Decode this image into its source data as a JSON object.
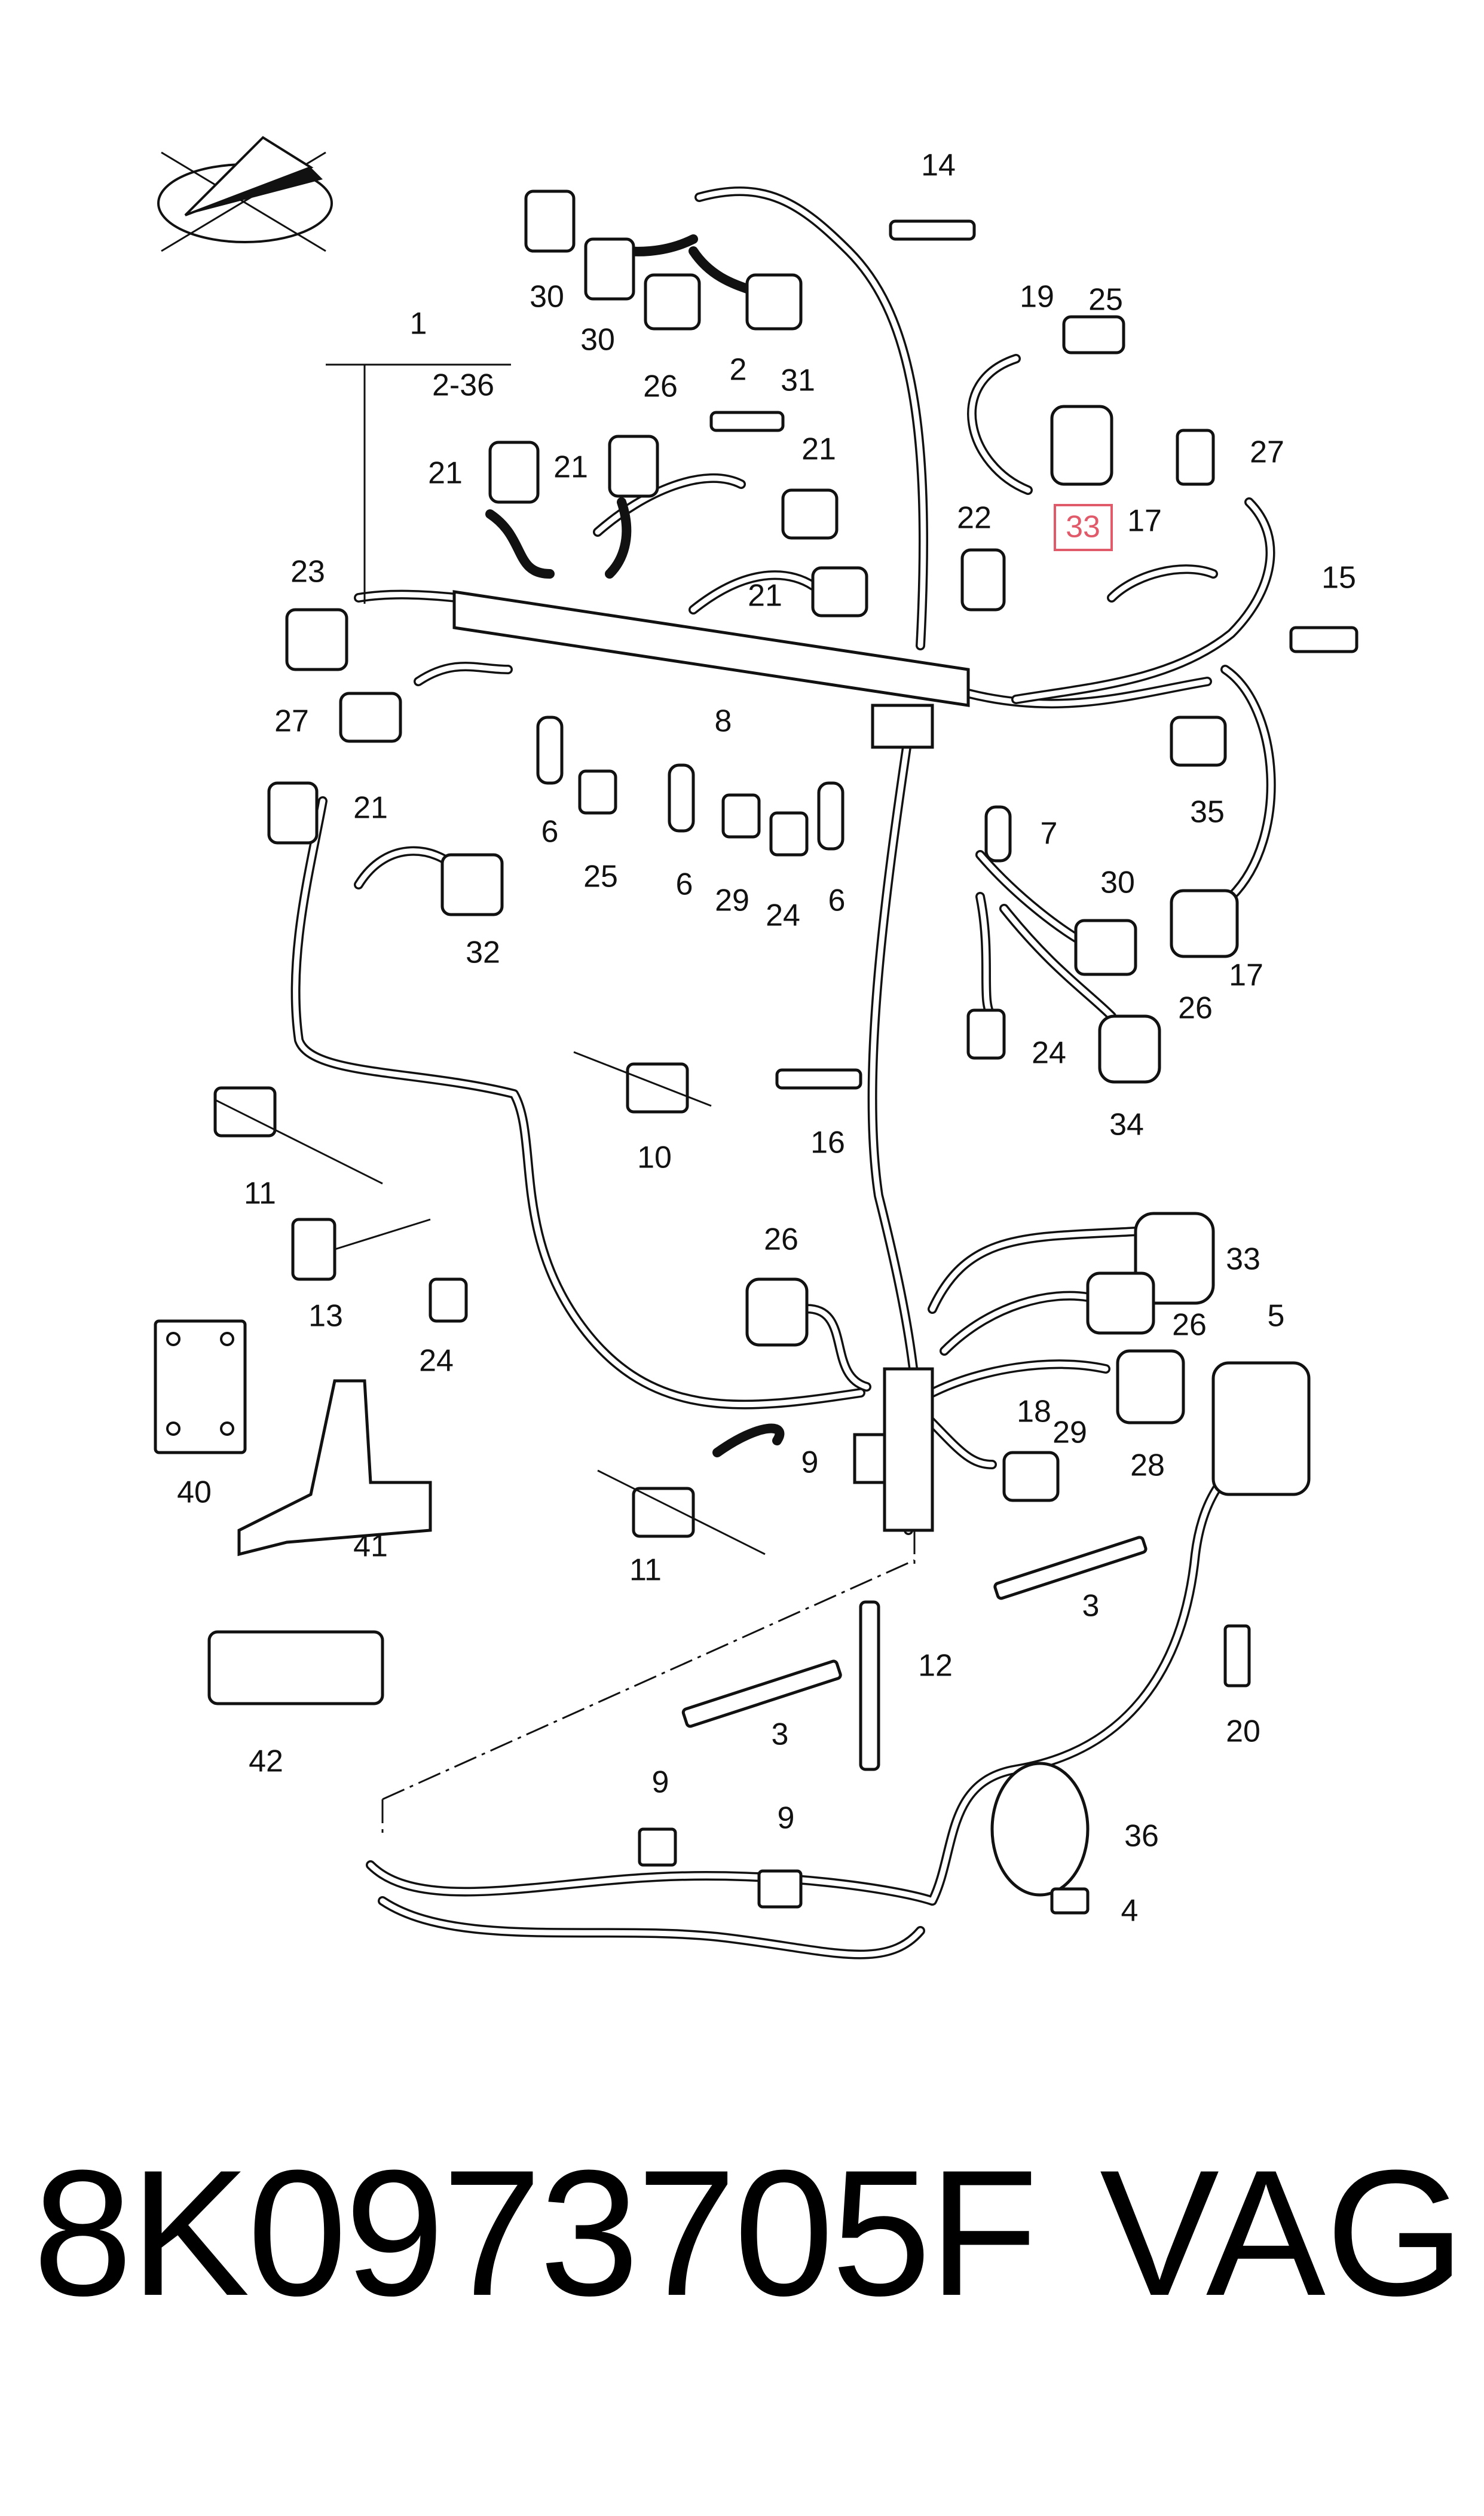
{
  "document": {
    "part_number": "8K0973705F",
    "brand": "VAG",
    "highlight_color": "#e05a6a",
    "callouts": [
      {
        "id": "c14",
        "text": "14"
      },
      {
        "id": "c30a",
        "text": "30"
      },
      {
        "id": "c30b",
        "text": "30"
      },
      {
        "id": "c26a",
        "text": "26"
      },
      {
        "id": "c31",
        "text": "31"
      },
      {
        "id": "c1",
        "text": "1"
      },
      {
        "id": "c2-36",
        "text": "2-36"
      },
      {
        "id": "c2",
        "text": "2"
      },
      {
        "id": "c19",
        "text": "19"
      },
      {
        "id": "c25a",
        "text": "25"
      },
      {
        "id": "c27a",
        "text": "27"
      },
      {
        "id": "c17a",
        "text": "17"
      },
      {
        "id": "c33a",
        "text": "33"
      },
      {
        "id": "c21a",
        "text": "21"
      },
      {
        "id": "c21b",
        "text": "21"
      },
      {
        "id": "c21c",
        "text": "21"
      },
      {
        "id": "c21d",
        "text": "21"
      },
      {
        "id": "c22",
        "text": "22"
      },
      {
        "id": "c15",
        "text": "15"
      },
      {
        "id": "c23",
        "text": "23"
      },
      {
        "id": "c27b",
        "text": "27"
      },
      {
        "id": "c8",
        "text": "8"
      },
      {
        "id": "c35",
        "text": "35"
      },
      {
        "id": "c21e",
        "text": "21"
      },
      {
        "id": "c6a",
        "text": "6"
      },
      {
        "id": "c25b",
        "text": "25"
      },
      {
        "id": "c6b",
        "text": "6"
      },
      {
        "id": "c29a",
        "text": "29"
      },
      {
        "id": "c24a",
        "text": "24"
      },
      {
        "id": "c6c",
        "text": "6"
      },
      {
        "id": "c7",
        "text": "7"
      },
      {
        "id": "c30c",
        "text": "30"
      },
      {
        "id": "c32",
        "text": "32"
      },
      {
        "id": "c17b",
        "text": "17"
      },
      {
        "id": "c26b",
        "text": "26"
      },
      {
        "id": "c24b",
        "text": "24"
      },
      {
        "id": "c34",
        "text": "34"
      },
      {
        "id": "c11a",
        "text": "11"
      },
      {
        "id": "c10",
        "text": "10"
      },
      {
        "id": "c16",
        "text": "16"
      },
      {
        "id": "c13",
        "text": "13"
      },
      {
        "id": "c26c",
        "text": "26"
      },
      {
        "id": "c33b",
        "text": "33"
      },
      {
        "id": "c24c",
        "text": "24"
      },
      {
        "id": "c26d",
        "text": "26"
      },
      {
        "id": "c5",
        "text": "5"
      },
      {
        "id": "c40",
        "text": "40"
      },
      {
        "id": "c18",
        "text": "18"
      },
      {
        "id": "c29b",
        "text": "29"
      },
      {
        "id": "c9a",
        "text": "9"
      },
      {
        "id": "c28",
        "text": "28"
      },
      {
        "id": "c41",
        "text": "41"
      },
      {
        "id": "c11b",
        "text": "11"
      },
      {
        "id": "c3a",
        "text": "3"
      },
      {
        "id": "c12",
        "text": "12"
      },
      {
        "id": "c42",
        "text": "42"
      },
      {
        "id": "c3b",
        "text": "3"
      },
      {
        "id": "c20",
        "text": "20"
      },
      {
        "id": "c9b",
        "text": "9"
      },
      {
        "id": "c9c",
        "text": "9"
      },
      {
        "id": "c36",
        "text": "36"
      },
      {
        "id": "c4",
        "text": "4"
      }
    ]
  }
}
